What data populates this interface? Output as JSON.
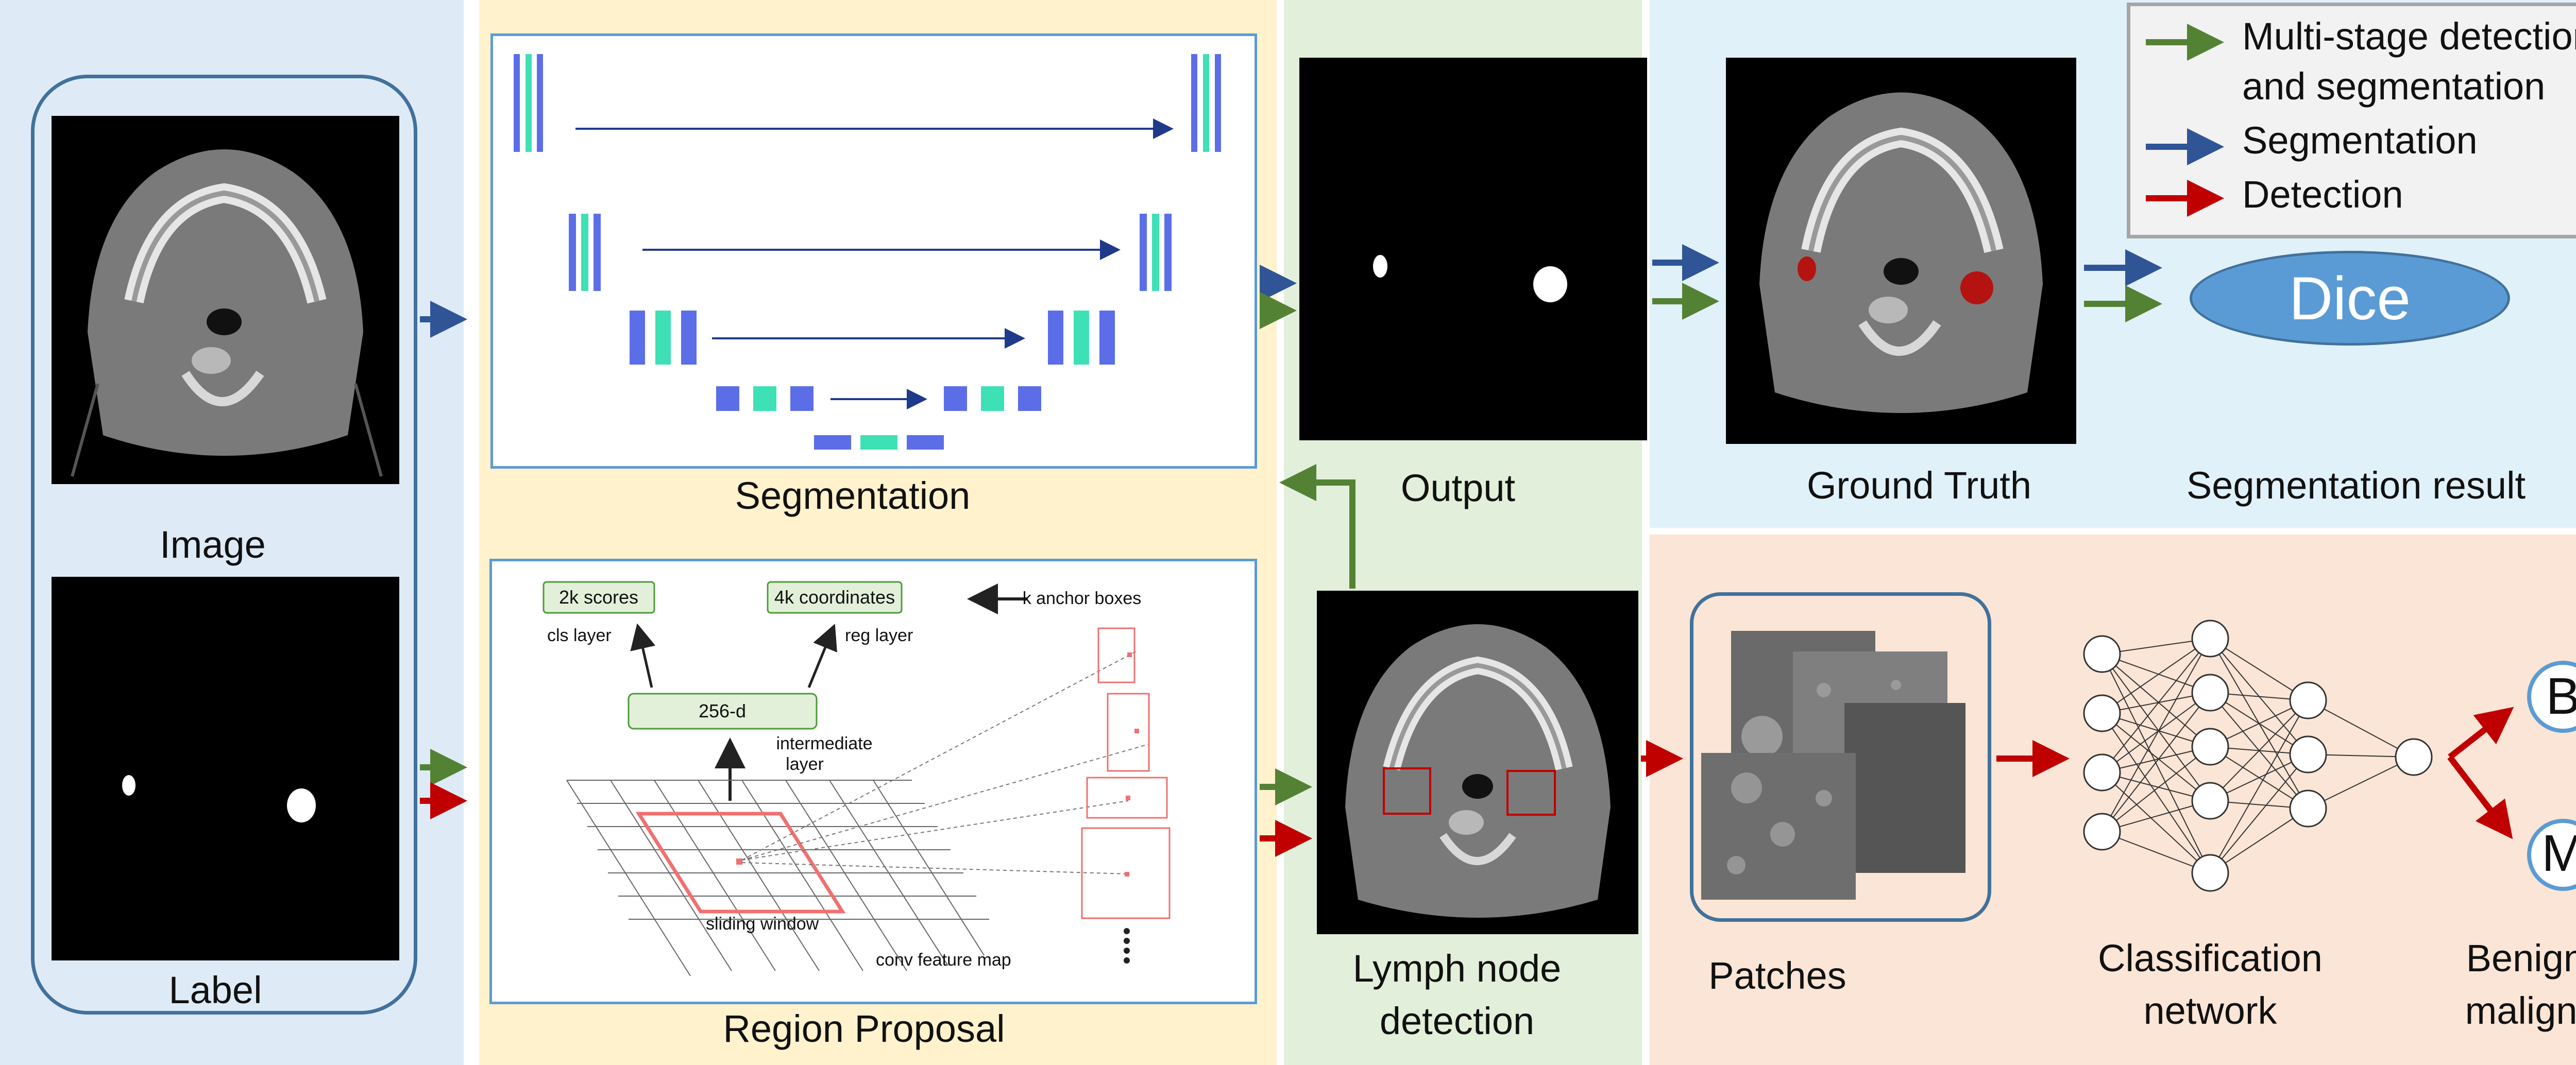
{
  "input": {
    "image_label": "Image",
    "mask_label": "Label"
  },
  "segmentation": {
    "title": "Segmentation"
  },
  "region_proposal": {
    "title": "Region Proposal",
    "scores": "2k scores",
    "coordinates": "4k coordinates",
    "anchor": "k anchor boxes",
    "cls": "cls layer",
    "reg": "reg layer",
    "dim": "256-d",
    "intermediate": "intermediate",
    "layer": "layer",
    "sliding": "sliding window",
    "feature_map": "conv feature map"
  },
  "output": {
    "label": "Output"
  },
  "detection": {
    "line1": "Lymph node",
    "line2": "detection"
  },
  "ground_truth": {
    "label": "Ground Truth"
  },
  "segmentation_result": {
    "label": "Segmentation result",
    "metric": "Dice"
  },
  "legend": {
    "multi_line1": "Multi-stage detection",
    "multi_line2": "and segmentation",
    "segmentation": "Segmentation",
    "detection": "Detection"
  },
  "classification": {
    "patches": "Patches",
    "network_line1": "Classification",
    "network_line2": "network",
    "outcome_line1": "Benign or",
    "outcome_line2": "malignant",
    "benign": "B",
    "malignant": "M"
  },
  "colors": {
    "blue_arrow": "#2f5597",
    "green_arrow": "#548235",
    "red_arrow": "#c00000",
    "panel_blue": "#deebf7",
    "panel_yellow": "#fff2cc",
    "panel_green": "#e2efda",
    "panel_light_blue": "#e1f1f9",
    "panel_peach": "#fbe5d6",
    "unet_blue": "#5b6ee8",
    "unet_teal": "#3ee0b5",
    "dice_fill": "#5b9bd5",
    "rpn_red": "#f07070",
    "rpn_green": "#e2f0d9"
  }
}
